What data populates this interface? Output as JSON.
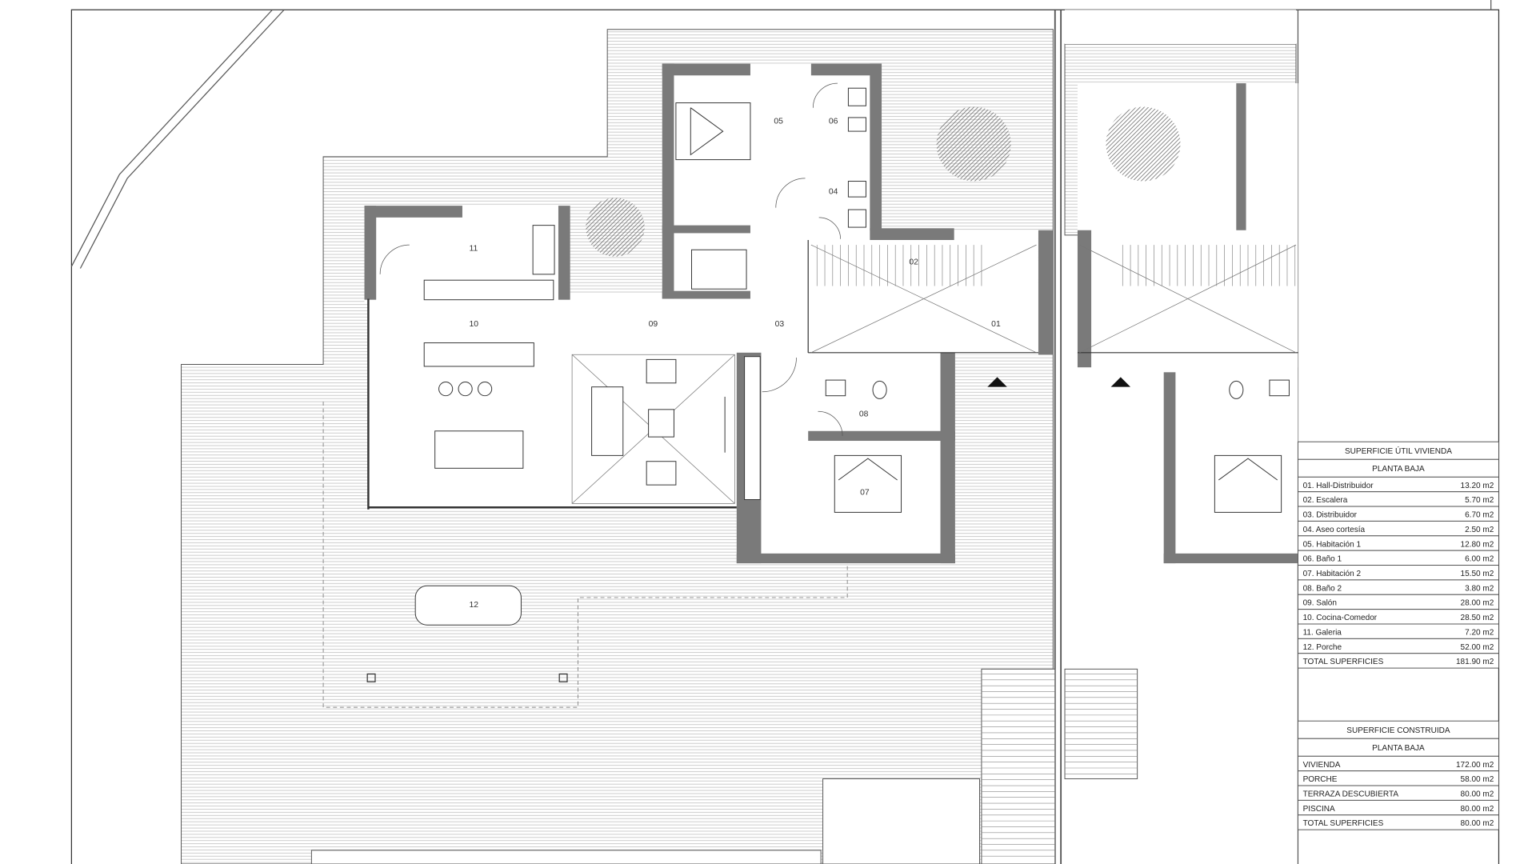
{
  "rooms": {
    "r01": "01",
    "r02": "02",
    "r03": "03",
    "r04": "04",
    "r05": "05",
    "r06": "06",
    "r07": "07",
    "r08": "08",
    "r09": "09",
    "r10": "10",
    "r11": "11",
    "r12": "12"
  },
  "util_table": {
    "title": "SUPERFICIE  ÚTIL VIVIENDA",
    "subtitle": "PLANTA BAJA",
    "rows": [
      {
        "name": "01. Hall-Distribuidor",
        "area": "13.20 m2"
      },
      {
        "name": "02. Escalera",
        "area": "5.70 m2"
      },
      {
        "name": "03. Distribuidor",
        "area": "6.70 m2"
      },
      {
        "name": "04. Aseo cortesía",
        "area": "2.50 m2"
      },
      {
        "name": "05. Habitación 1",
        "area": "12.80 m2"
      },
      {
        "name": "06. Baño 1",
        "area": "6.00 m2"
      },
      {
        "name": "07. Habitación 2",
        "area": "15.50 m2"
      },
      {
        "name": "08. Baño 2",
        "area": "3.80 m2"
      },
      {
        "name": "09. Salón",
        "area": "28.00 m2"
      },
      {
        "name": "10. Cocina-Comedor",
        "area": "28.50 m2"
      },
      {
        "name": "11. Galeria",
        "area": "7.20 m2"
      },
      {
        "name": "12. Porche",
        "area": "52.00 m2"
      }
    ],
    "total_label": "TOTAL SUPERFICIES",
    "total": "181.90 m2"
  },
  "built_table": {
    "title": "SUPERFICIE  CONSTRUIDA",
    "subtitle": "PLANTA BAJA",
    "rows": [
      {
        "name": "VIVIENDA",
        "area": "172.00 m2"
      },
      {
        "name": "PORCHE",
        "area": "58.00 m2"
      },
      {
        "name": "TERRAZA DESCUBIERTA",
        "area": "80.00 m2"
      },
      {
        "name": "PISCINA",
        "area": "80.00 m2"
      }
    ],
    "total_label": "TOTAL SUPERFICIES",
    "total": "80.00 m2"
  },
  "colors": {
    "wall": "#7a7a7a",
    "hatch": "#c8c8c8",
    "line": "#444444"
  }
}
